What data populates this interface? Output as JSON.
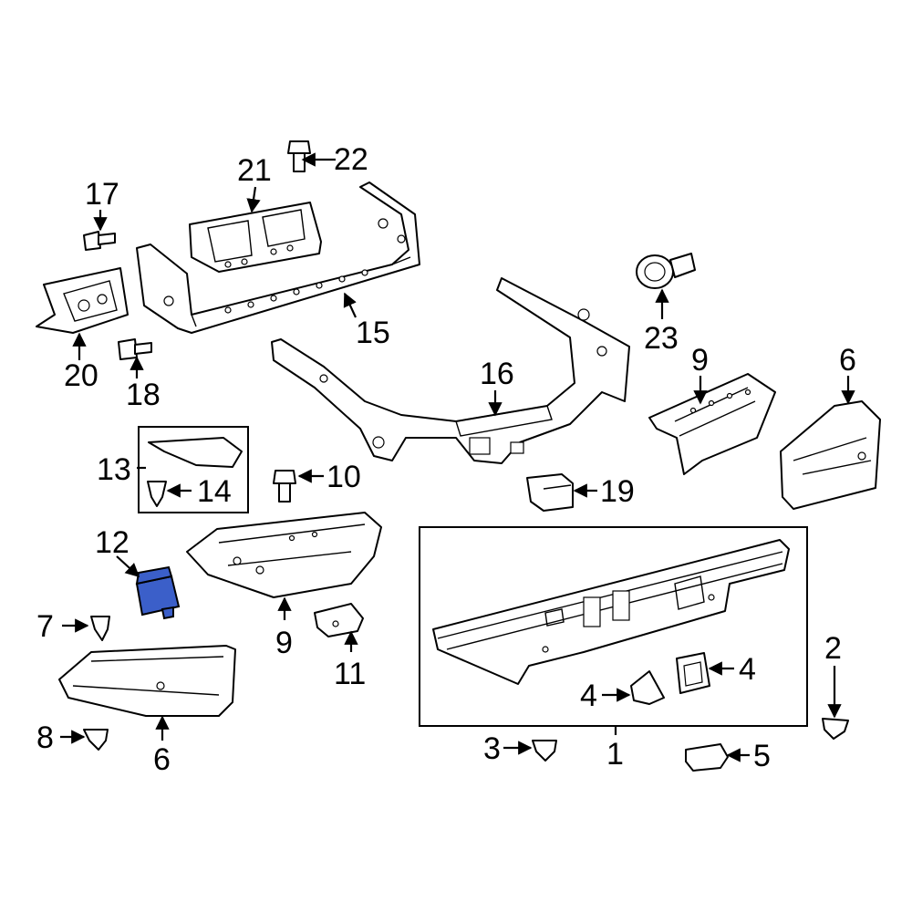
{
  "diagram": {
    "callouts": {
      "c1": "1",
      "c2": "2",
      "c3": "3",
      "c4a": "4",
      "c4b": "4",
      "c5": "5",
      "c6a": "6",
      "c6b": "6",
      "c7": "7",
      "c8": "8",
      "c9a": "9",
      "c9b": "9",
      "c10": "10",
      "c11": "11",
      "c12": "12",
      "c13": "13",
      "c14": "14",
      "c15": "15",
      "c16": "16",
      "c17": "17",
      "c18": "18",
      "c19": "19",
      "c20": "20",
      "c21": "21",
      "c22": "22",
      "c23": "23"
    },
    "highlight_color": "#3b5fc9"
  }
}
